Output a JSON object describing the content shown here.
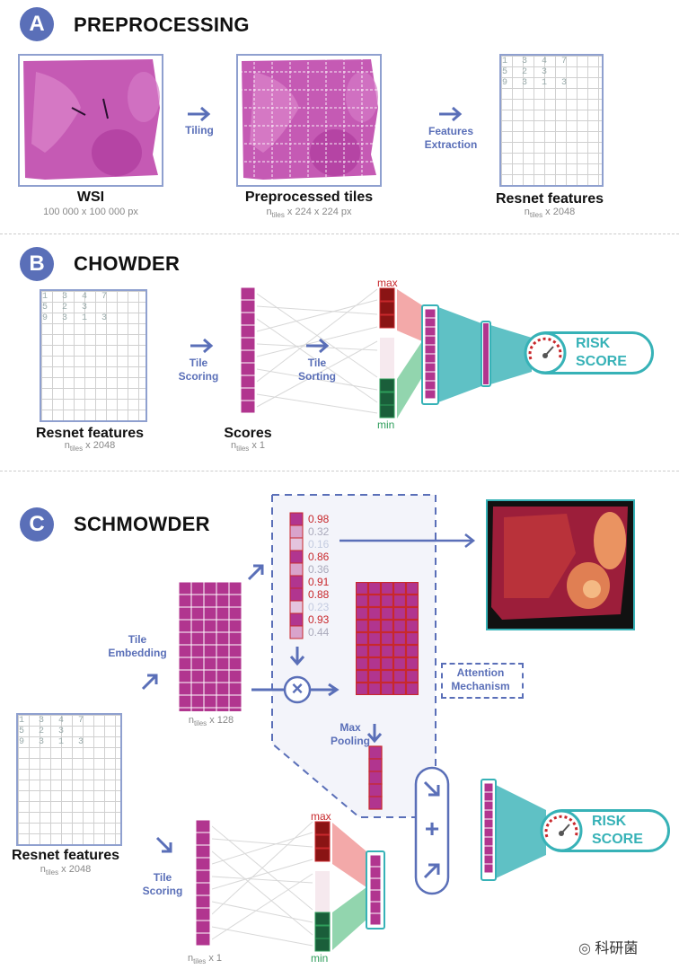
{
  "sections": {
    "a": {
      "letter": "A",
      "title": "PREPROCESSING"
    },
    "b": {
      "letter": "B",
      "title": "CHOWDER"
    },
    "c": {
      "letter": "C",
      "title": "SCHMOWDER"
    }
  },
  "preprocessing": {
    "wsi_label": "WSI",
    "wsi_size": "100 000 x 100 000 px",
    "tiling_label": "Tiling",
    "tiles_label": "Preprocessed tiles",
    "tiles_size": "n",
    "tiles_size_sub": "tiles",
    "tiles_size_rest": " x 224 x 224 px",
    "features_extraction_label_1": "Features",
    "features_extraction_label_2": "Extraction",
    "resnet_label": "Resnet features",
    "resnet_size_rest": " x 2048"
  },
  "grid_text": [
    "1 3 4 7",
    "5 2 3",
    "9 3 1 3"
  ],
  "chowder": {
    "resnet_label": "Resnet features",
    "resnet_size_rest": " x 2048",
    "tile_scoring_1": "Tile",
    "tile_scoring_2": "Scoring",
    "scores_label": "Scores",
    "scores_size_rest": " x 1",
    "tile_sorting_1": "Tile",
    "tile_sorting_2": "Sorting",
    "max_label": "max",
    "min_label": "min",
    "risk_1": "RISK",
    "risk_2": "SCORE"
  },
  "schmowder": {
    "tile_embedding_1": "Tile",
    "tile_embedding_2": "Embedding",
    "embed_size_rest": " x 128",
    "attention_values": [
      "0.98",
      "0.32",
      "0.16",
      "0.86",
      "0.36",
      "0.91",
      "0.88",
      "0.23",
      "0.93",
      "0.44"
    ],
    "attention_mechanism_1": "Attention",
    "attention_mechanism_2": "Mechanism",
    "max_pooling_1": "Max",
    "max_pooling_2": "Pooling",
    "resnet_label": "Resnet features",
    "resnet_size_rest": " x 2048",
    "tile_scoring_1": "Tile",
    "tile_scoring_2": "Scoring",
    "scores_size_rest": " x 1",
    "max_label": "max",
    "min_label": "min",
    "risk_1": "RISK",
    "risk_2": "SCORE",
    "multiply_symbol": "×",
    "plus_symbol": "+"
  },
  "watermark": "科研菌",
  "colors": {
    "accent": "#5a6fb8",
    "tile": "#b1358f",
    "teal": "#37b2b7",
    "max_red": "#c8282c",
    "min_green": "#2e9e5b"
  }
}
